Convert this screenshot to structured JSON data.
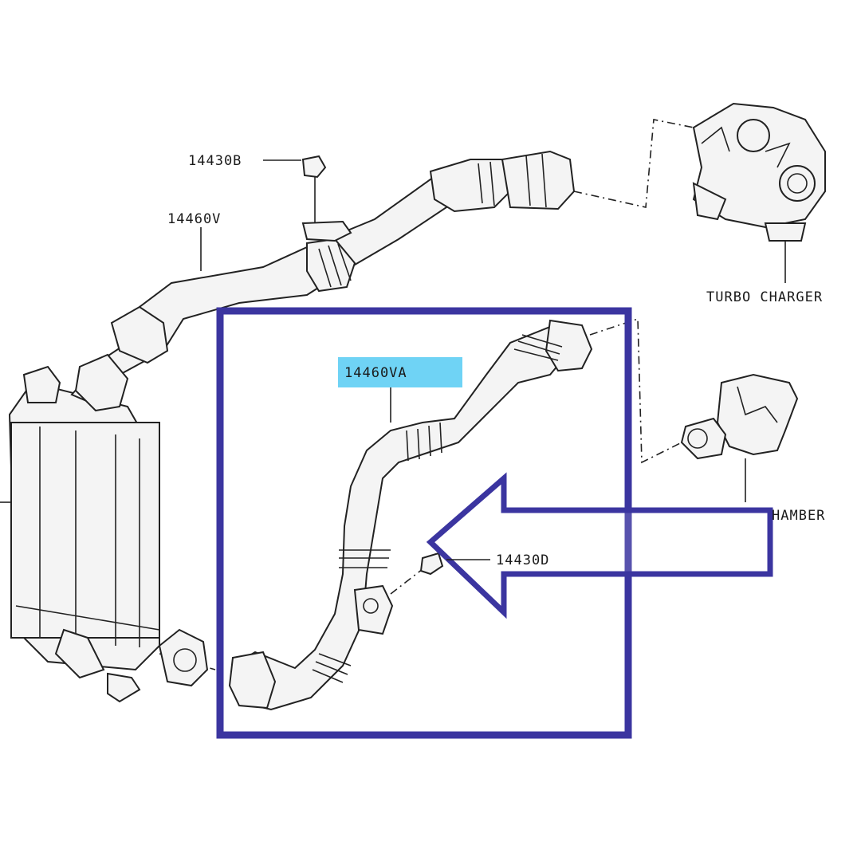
{
  "labels": {
    "clip_top": "14430B",
    "hose_upper": "14460V",
    "hose_highlighted": "14460VA",
    "turbo": "TURBO CHARGER",
    "chamber": "HAMBER",
    "clip_lower": "14430D"
  },
  "colors": {
    "highlight_box": "#3b35a0",
    "label_highlight": "#6fd3f5",
    "line": "#222222"
  }
}
